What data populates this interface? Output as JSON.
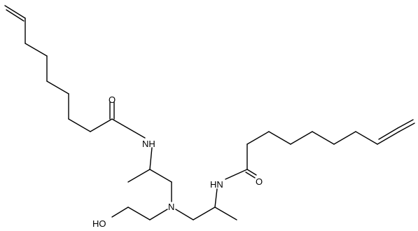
{
  "atom_labels": {
    "carbonyl_oxygen_1": "O",
    "amide_nitrogen_1": "NH",
    "amide_nitrogen_2": "HN",
    "carbonyl_oxygen_2": "O",
    "tertiary_amine": "N",
    "hydroxyl": "HO"
  }
}
